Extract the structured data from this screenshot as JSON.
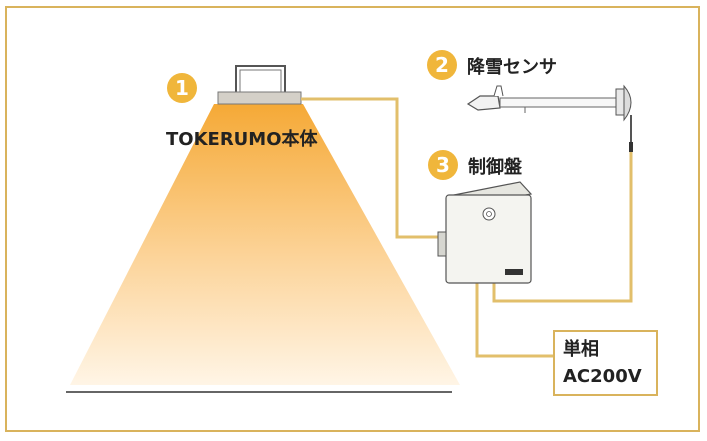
{
  "components": [
    {
      "number": "1",
      "label": "TOKERUMO本体"
    },
    {
      "number": "2",
      "label": "降雪センサ"
    },
    {
      "number": "3",
      "label": "制御盤"
    }
  ],
  "power": {
    "line1": "単相",
    "line2": "AC200V"
  },
  "colors": {
    "accent": "#f0b63b",
    "wire": "#e2bf6b",
    "frame": "#d9b35c",
    "light_top": "#f5a936",
    "light_bottom": "#fff3de"
  }
}
